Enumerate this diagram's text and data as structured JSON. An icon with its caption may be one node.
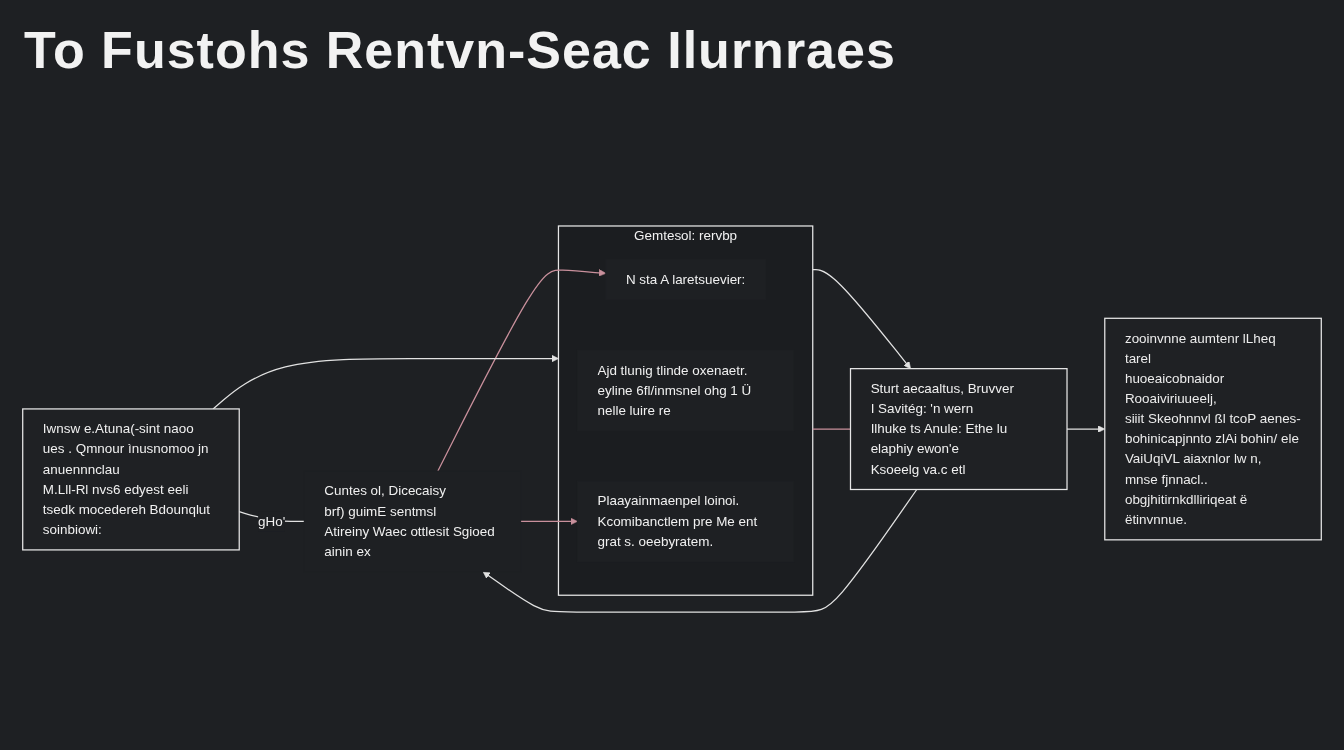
{
  "diagram": {
    "title": "To Fustohs Rentvn-Seac Ilurnraes",
    "nodes": [
      {
        "text": [
          "Iwnsw e.Atuna(-sint naoo ues . Qmnour ìnusnomoo jn anuennnclau",
          "M.Lll-Rl nvs6 edyest eeli tsedk mocedereh Bdounqlut soinbiowi:"
        ]
      },
      {
        "text": [
          "Cuntes ol, Dicecaisy",
          "brf) guimE sentmsl",
          "Atireiny Waec ottlesit Sgioed ainin ex"
        ]
      },
      {
        "text": [
          "Gemtesol: rervbp"
        ]
      },
      {
        "text": [
          "N sta A laretsuevier:"
        ],
        "in": 2
      },
      {
        "text": [
          "Ajd tlunig tlinde oxenaetr. eyline 6fl/inmsnel ohg 1 Ü nelle luire re"
        ],
        "in": 2
      },
      {
        "text": [
          "Plaayainmaenpel loinoi. Kcomibanctlem pre Me ent grat s. oeebyratem."
        ],
        "in": 2
      },
      {
        "text": [
          "zooinvnne aumtenr lLheq tarel",
          "huoeaicobnaidor",
          "Rooaiviriuueelj,",
          "siiit Skeohnnvl ßl tcoP aenes-",
          "bohinicapjnnto zlAi bohin/ ele",
          "VaiUqiVL aiaxnlor lw n, mnse fjnnacl..",
          "obgjhitirnkdlliriqeat ë ëtinvnnue."
        ]
      },
      {
        "text": [
          "Sturt aecaaltus, Bruvver",
          "I Savitég: 'n wern",
          "Ilhuke ts Anule: Ethe lu elaphiy ewon'e",
          "Ksoeelg va.c etl"
        ]
      }
    ],
    "edges": [
      {
        "from": 0,
        "to": 2,
        "arrow": "to"
      },
      {
        "from": 0,
        "to": 1,
        "arrow": "none",
        "label": "gHo'"
      },
      {
        "from": 1,
        "to": 3,
        "arrow": "to",
        "color": "#c9909c"
      },
      {
        "from": 1,
        "to": 5,
        "arrow": "to",
        "color": "#c9909c"
      },
      {
        "from": 7,
        "to": 6,
        "arrow": "to"
      },
      {
        "from": 7,
        "to": 1,
        "arrow": "to"
      },
      {
        "from": 2,
        "to": 7,
        "arrow": "to"
      },
      {
        "from": 2,
        "to": 7,
        "arrow": "none",
        "color": "#c9909c"
      }
    ]
  }
}
